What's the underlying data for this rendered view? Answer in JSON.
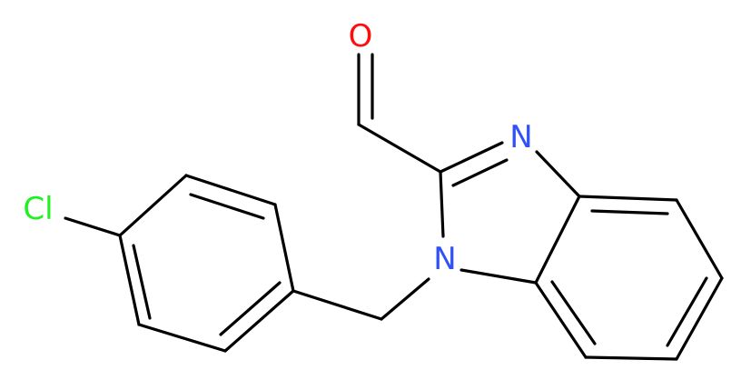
{
  "molecule": {
    "atoms": {
      "oxygen": {
        "label": "O",
        "color": "#ff0d0d"
      },
      "imine_nitrogen": {
        "label": "N",
        "color": "#3050f8"
      },
      "ring_nitrogen": {
        "label": "N",
        "color": "#3050f8"
      },
      "chlorine": {
        "label": "Cl",
        "color": "#1ff01f"
      }
    },
    "bond_color": "#000000"
  }
}
